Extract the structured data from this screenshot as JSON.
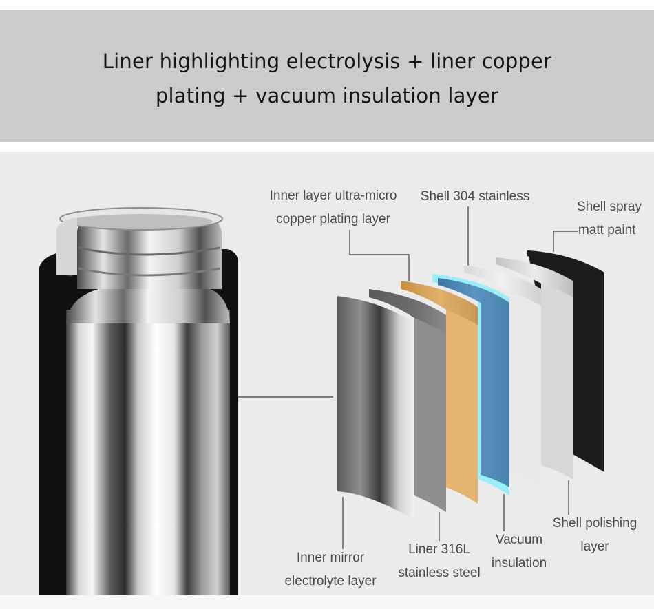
{
  "header": {
    "line1": "Liner highlighting electrolysis + liner copper",
    "line2": "plating + vacuum insulation layer"
  },
  "labels": {
    "inner_copper": [
      "Inner layer ultra-micro",
      "copper plating layer"
    ],
    "shell_304": [
      "Shell 304 stainless"
    ],
    "shell_spray": [
      "Shell spray",
      "matt paint"
    ],
    "inner_mirror": [
      "Inner mirror",
      "electrolyte layer"
    ],
    "liner_316l": [
      "Liner 316L",
      "stainless steel"
    ],
    "vacuum": [
      "Vacuum",
      "insulation"
    ],
    "shell_polishing": [
      "Shell polishing",
      "layer"
    ]
  },
  "colors": {
    "banner": "#cbcbcb",
    "panel": "#ebebeb",
    "copper_layer": "#d9a65a",
    "vacuum_layer": "#4e88b4",
    "vacuum_edge": "#9beef7",
    "shell_spray_layer": "#1a1a1a"
  }
}
